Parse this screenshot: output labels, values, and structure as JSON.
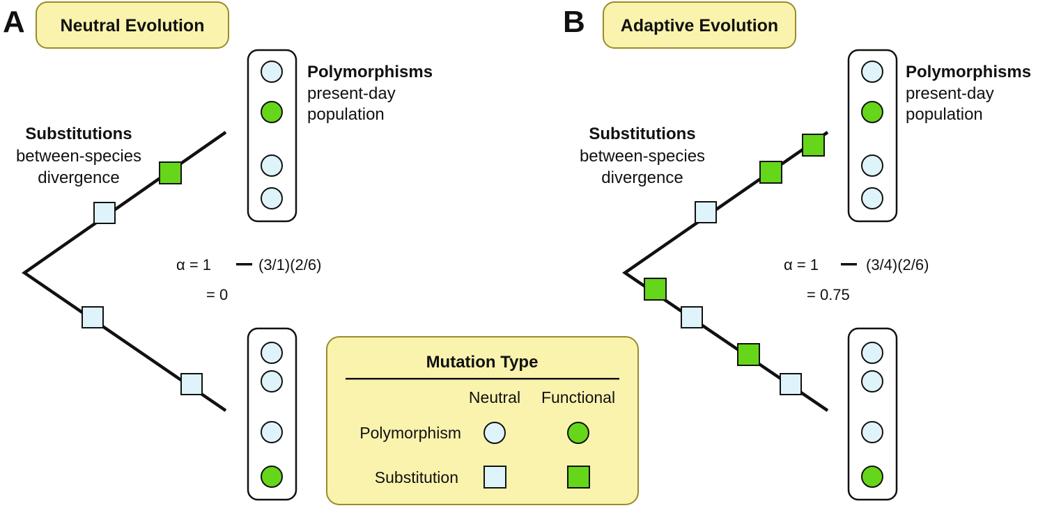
{
  "colors": {
    "neutral_fill": "#dff4fa",
    "functional_fill": "#66d61a",
    "title_box_fill": "#faf3ad",
    "title_box_stroke": "#9a8a2a",
    "line": "#111111"
  },
  "panel_a": {
    "letter": "A",
    "title": "Neutral Evolution",
    "substitutions_heading": "Substitutions",
    "substitutions_line1": "between-species",
    "substitutions_line2": "divergence",
    "polymorphisms_heading": "Polymorphisms",
    "polymorphisms_line1": "present-day",
    "polymorphisms_line2": "population",
    "formula_lhs": "α = 1",
    "formula_rhs": "(3/1)(2/6)",
    "formula_result": "= 0",
    "upper_branch_substitutions": [
      "neutral",
      "functional"
    ],
    "lower_branch_substitutions": [
      "neutral",
      "neutral"
    ],
    "upper_population": [
      "neutral",
      "functional",
      "neutral",
      "neutral"
    ],
    "lower_population": [
      "neutral",
      "neutral",
      "neutral",
      "functional"
    ]
  },
  "panel_b": {
    "letter": "B",
    "title": "Adaptive Evolution",
    "substitutions_heading": "Substitutions",
    "substitutions_line1": "between-species",
    "substitutions_line2": "divergence",
    "polymorphisms_heading": "Polymorphisms",
    "polymorphisms_line1": "present-day",
    "polymorphisms_line2": "population",
    "formula_lhs": "α = 1",
    "formula_rhs": "(3/4)(2/6)",
    "formula_result": "= 0.75",
    "upper_branch_substitutions": [
      "neutral",
      "functional",
      "functional"
    ],
    "lower_branch_substitutions": [
      "functional",
      "neutral",
      "functional",
      "neutral"
    ],
    "upper_population": [
      "neutral",
      "functional",
      "neutral",
      "neutral"
    ],
    "lower_population": [
      "neutral",
      "neutral",
      "neutral",
      "functional"
    ]
  },
  "legend": {
    "title": "Mutation Type",
    "col_neutral": "Neutral",
    "col_functional": "Functional",
    "row_polymorphism": "Polymorphism",
    "row_substitution": "Substitution"
  }
}
